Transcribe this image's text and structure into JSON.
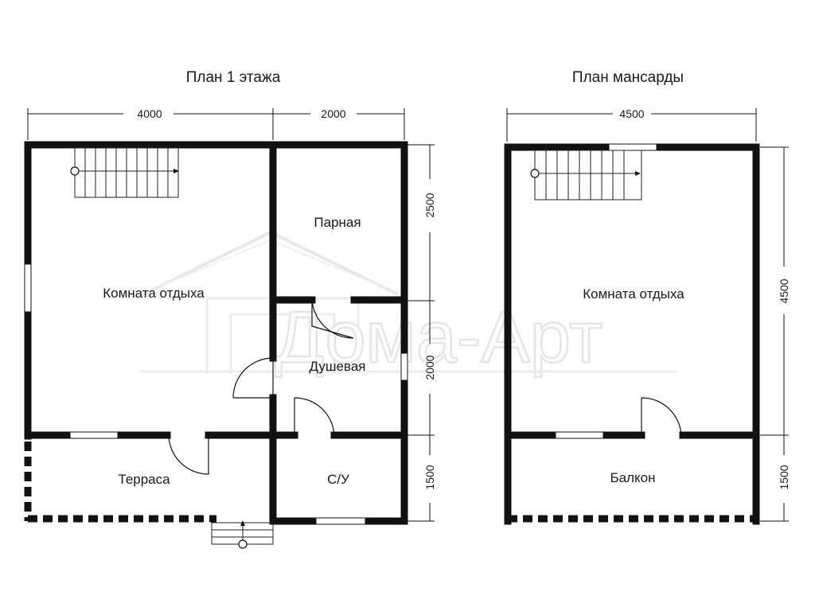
{
  "watermark": "Дома-Арт",
  "plans": {
    "first": {
      "title": "План 1 этажа",
      "dims": {
        "top_left": "4000",
        "top_right": "2000",
        "right_top": "2500",
        "right_mid": "2000",
        "right_bottom": "1500"
      },
      "rooms": {
        "rest": "Комната отдыха",
        "steam": "Парная",
        "shower": "Душевая",
        "terrace": "Терраса",
        "wc": "С/У"
      }
    },
    "attic": {
      "title": "План мансарды",
      "dims": {
        "top": "4500",
        "right_top": "4500",
        "right_bottom": "1500"
      },
      "rooms": {
        "rest": "Комната отдыха",
        "balcony": "Балкон"
      }
    }
  }
}
